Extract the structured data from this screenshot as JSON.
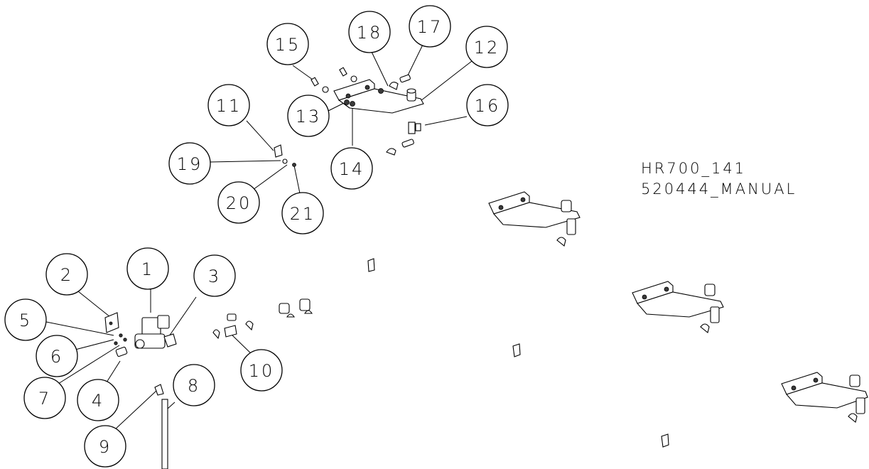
{
  "drawing": {
    "title_line1": "HR700_141",
    "title_line2": "520444_MANUAL"
  },
  "balloons": [
    {
      "id": "b1",
      "label": "1"
    },
    {
      "id": "b2",
      "label": "2"
    },
    {
      "id": "b3",
      "label": "3"
    },
    {
      "id": "b4",
      "label": "4"
    },
    {
      "id": "b5",
      "label": "5"
    },
    {
      "id": "b6",
      "label": "6"
    },
    {
      "id": "b7",
      "label": "7"
    },
    {
      "id": "b8",
      "label": "8"
    },
    {
      "id": "b9",
      "label": "9"
    },
    {
      "id": "b10",
      "label": "10"
    },
    {
      "id": "b11",
      "label": "11"
    },
    {
      "id": "b12",
      "label": "12"
    },
    {
      "id": "b13",
      "label": "13"
    },
    {
      "id": "b14",
      "label": "14"
    },
    {
      "id": "b15",
      "label": "15"
    },
    {
      "id": "b16",
      "label": "16"
    },
    {
      "id": "b17",
      "label": "17"
    },
    {
      "id": "b18",
      "label": "18"
    },
    {
      "id": "b19",
      "label": "19"
    },
    {
      "id": "b20",
      "label": "20"
    },
    {
      "id": "b21",
      "label": "21"
    }
  ]
}
